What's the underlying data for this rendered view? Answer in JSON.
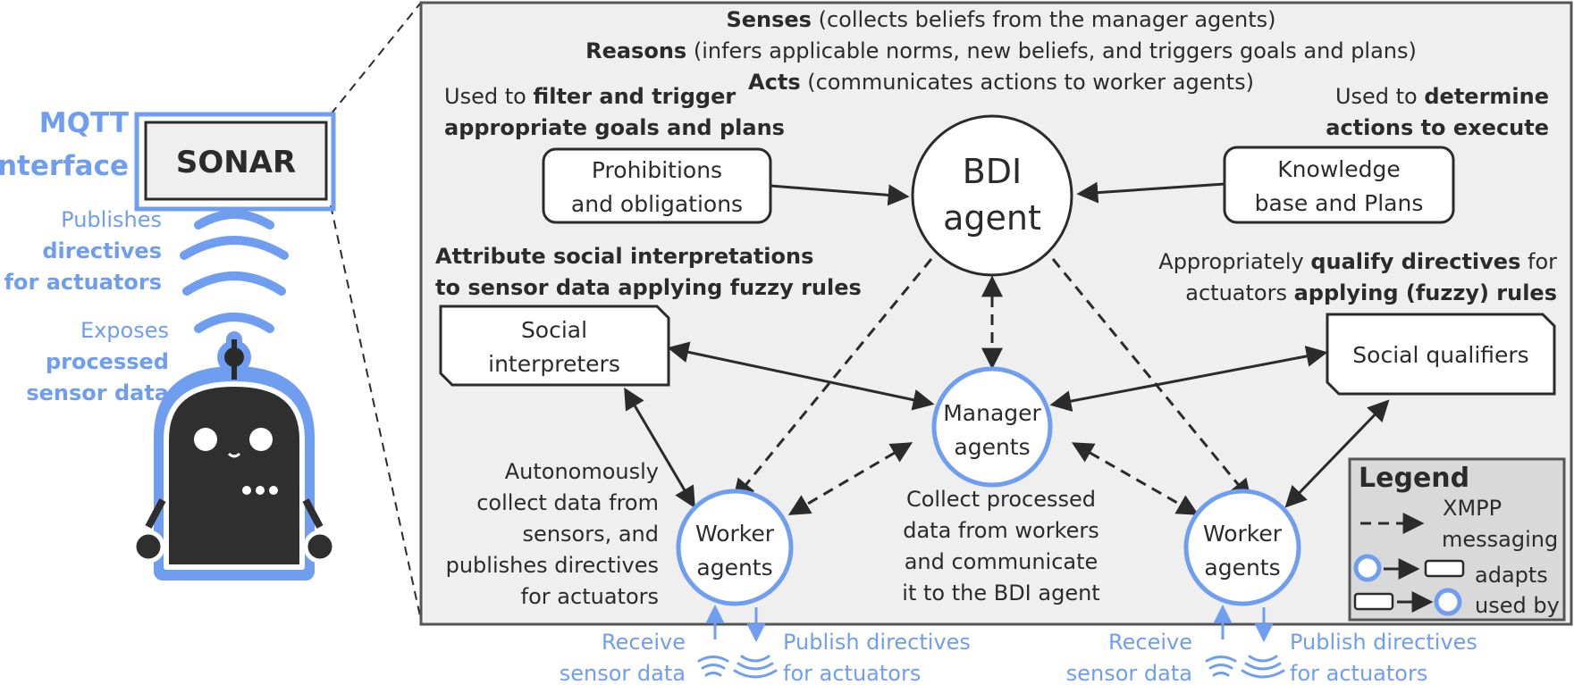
{
  "left": {
    "interface_lines": [
      "MQTT",
      "interface"
    ],
    "system_name": "SONAR",
    "publishes": {
      "line1": "Publishes",
      "line2": "directives",
      "line3": "for actuators"
    },
    "exposes": {
      "line1": "Exposes",
      "line2": "processed",
      "line3": "sensor data"
    }
  },
  "header": {
    "line1": {
      "bold": "Senses",
      "rest": " (collects beliefs from the manager agents)"
    },
    "line2": {
      "bold": "Reasons",
      "rest": " (infers applicable norms, new beliefs, and triggers goals and plans)"
    },
    "line3": {
      "bold": "Acts",
      "rest": " (communicates actions to worker agents)"
    }
  },
  "notes": {
    "filter": {
      "pre": "Used to ",
      "bold1": "filter and trigger",
      "bold2": "appropriate goals and plans"
    },
    "determine": {
      "pre": "Used to ",
      "bold1": "determine",
      "bold2": "actions to execute"
    },
    "attribute": {
      "line1": "Attribute social interpretations",
      "line2": "to sensor data applying fuzzy rules"
    },
    "qualify": {
      "pre": "Appropriately ",
      "bold1": "qualify directives",
      "post1": " for",
      "pre2": "actuators ",
      "bold2": "applying (fuzzy) rules"
    },
    "autonomous": [
      "Autonomously",
      "collect data from",
      "sensors, and",
      "publishes directives",
      "for actuators"
    ],
    "collect": [
      "Collect processed",
      "data from workers",
      "and communicate",
      "it to the BDI agent"
    ]
  },
  "nodes": {
    "prohibitions": [
      "Prohibitions",
      "and obligations"
    ],
    "knowledge": [
      "Knowledge",
      "base and Plans"
    ],
    "bdi": [
      "BDI",
      "agent"
    ],
    "interpreters": [
      "Social",
      "interpreters"
    ],
    "qualifiers": [
      "Social qualifiers"
    ],
    "manager": [
      "Manager",
      "agents"
    ],
    "worker_left": [
      "Worker",
      "agents"
    ],
    "worker_right": [
      "Worker",
      "agents"
    ]
  },
  "io": {
    "receive": [
      "Receive",
      "sensor data"
    ],
    "publish": [
      "Publish directives",
      "for actuators"
    ]
  },
  "legend": {
    "title": "Legend",
    "xmpp": [
      "XMPP",
      "messaging"
    ],
    "adapts": "adapts",
    "used_by": "used by"
  },
  "colors": {
    "accent_blue": "#6f9ef0",
    "panel_fill": "#efefef",
    "legend_fill": "#d9d9d9",
    "dark": "#2b2b2b"
  },
  "icons": [
    "robot-icon",
    "wireless-signal-icon"
  ]
}
